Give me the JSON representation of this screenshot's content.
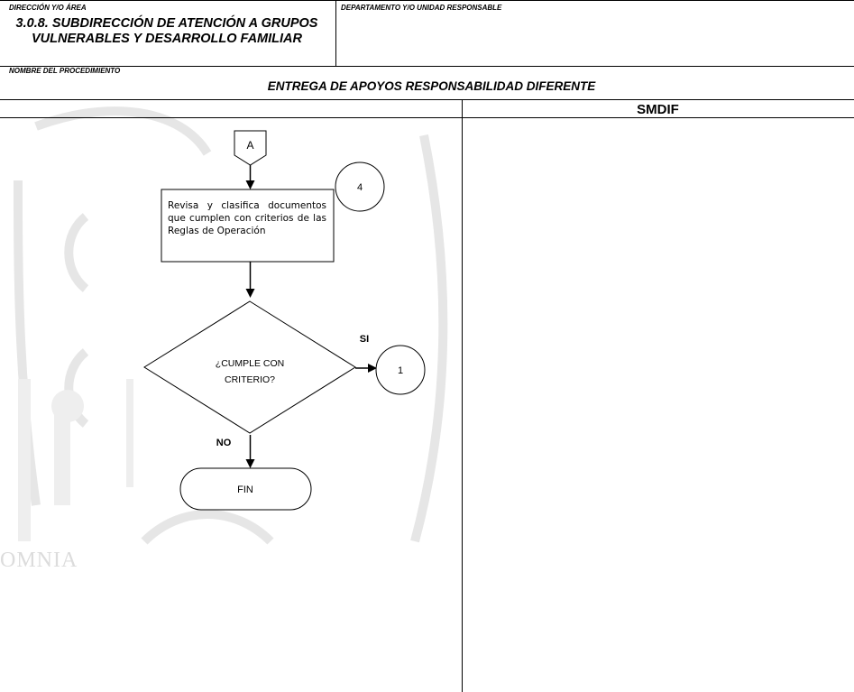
{
  "header": {
    "area_label": "DIRECCIÓN Y/O ÁREA",
    "area_value": "3.0.8. SUBDIRECCIÓN DE ATENCIÓN A GRUPOS VULNERABLES Y DESARROLLO FAMILIAR",
    "department_label": "DEPARTAMENTO Y/O UNIDAD RESPONSABLE",
    "department_value": "",
    "procedure_label": "NOMBRE DEL PROCEDIMIENTO",
    "procedure_value": "ENTREGA DE APOYOS RESPONSABILIDAD DIFERENTE"
  },
  "lanes": [
    {
      "label": ""
    },
    {
      "label": "SMDIF"
    }
  ],
  "flowchart": {
    "start_connector": "A",
    "activity": {
      "number": "4",
      "text": "Revisa y clasifica documentos que cumplen con criterios de las Reglas de Operación"
    },
    "decision": {
      "text_line1": "¿CUMPLE CON",
      "text_line2": "CRITERIO?",
      "yes_label": "SI",
      "no_label": "NO"
    },
    "yes_connector": "1",
    "end_label": "FIN"
  },
  "watermark": {
    "text": "OMNIA"
  }
}
